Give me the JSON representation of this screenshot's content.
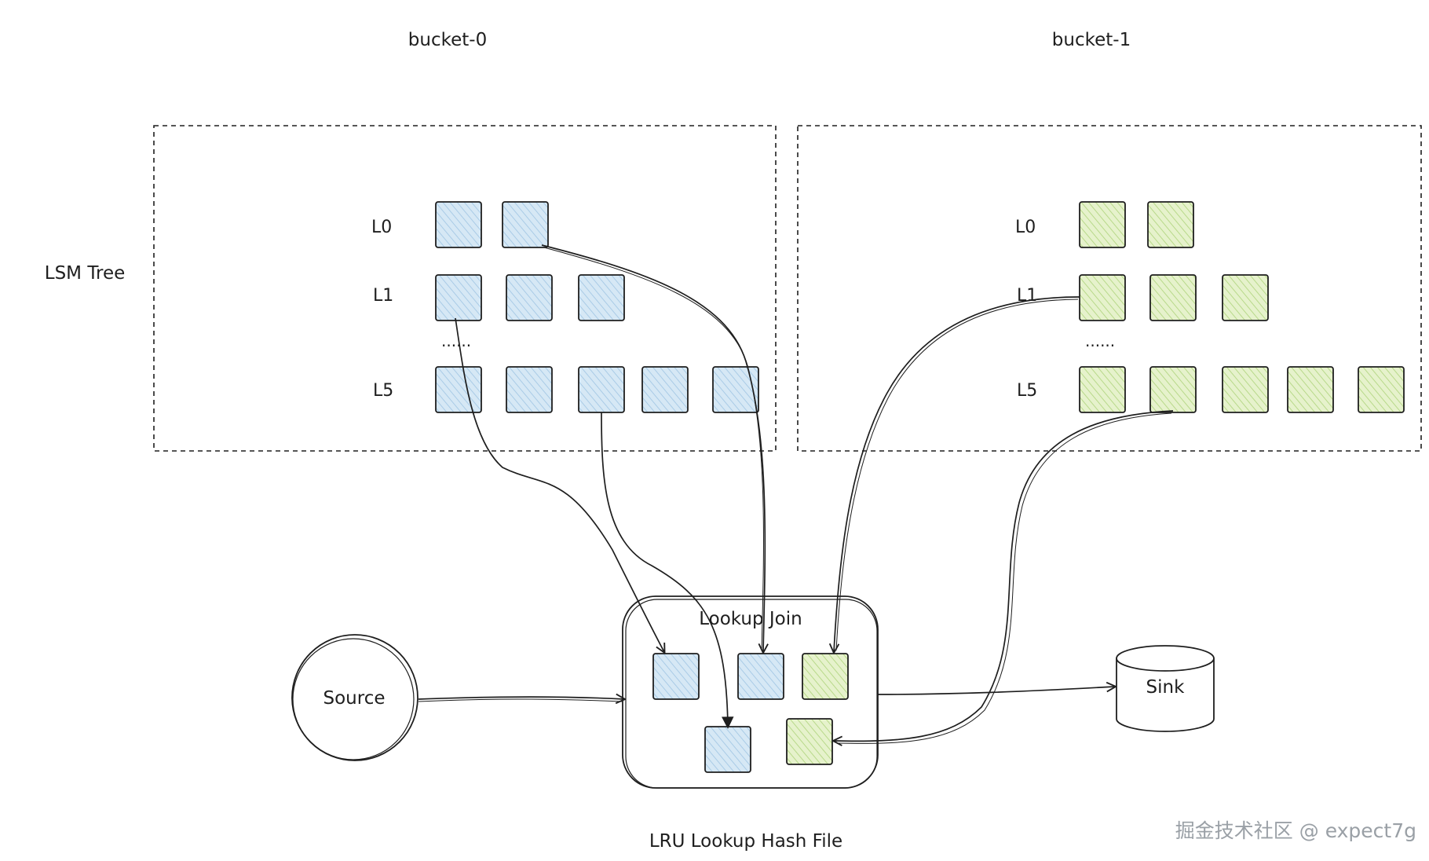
{
  "diagram": {
    "bucket_titles": [
      "bucket-0",
      "bucket-1"
    ],
    "side_label": "LSM Tree",
    "level_labels": [
      "L0",
      "L1",
      "L5"
    ],
    "ellipsis": "......",
    "source_label": "Source",
    "join_label": "Lookup Join",
    "sink_label": "Sink",
    "cache_caption": "LRU Lookup Hash File",
    "watermark": "掘金技术社区 @ expect7g",
    "colors": {
      "blue_fill": "#d6e8f5",
      "blue_hatch": "#a9cbe6",
      "green_fill": "#e6f2cc",
      "green_hatch": "#b8d98a",
      "stroke": "#1e1e1e"
    }
  }
}
